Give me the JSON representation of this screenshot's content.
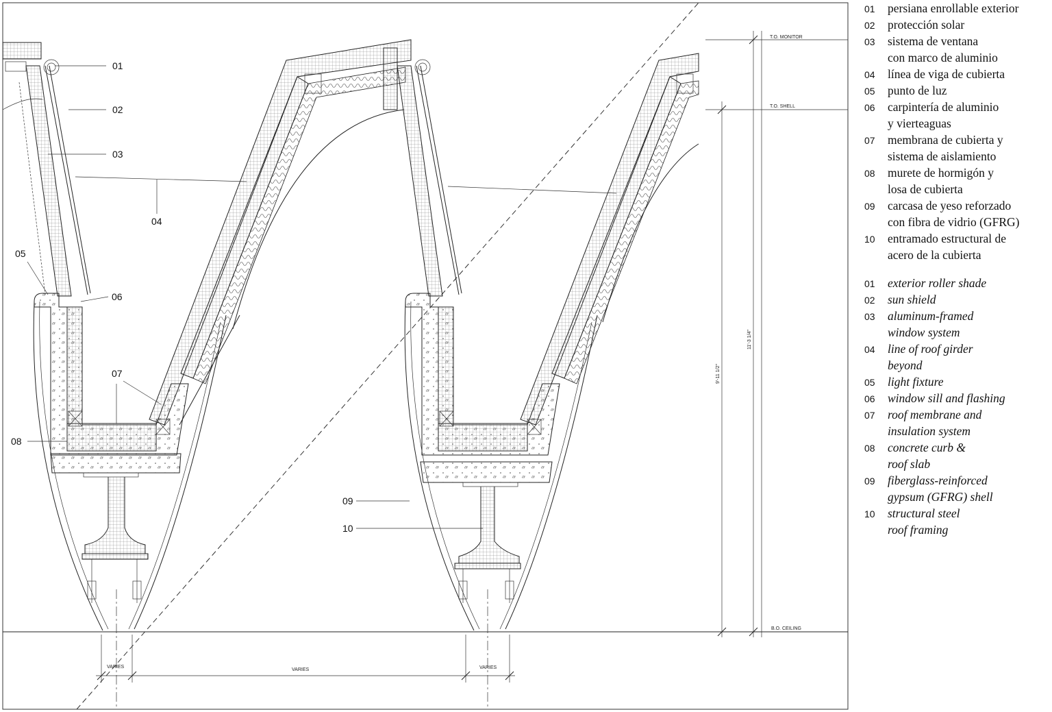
{
  "callouts": {
    "c01": "01",
    "c02": "02",
    "c03": "03",
    "c04": "04",
    "c05": "05",
    "c06": "06",
    "c07": "07",
    "c08": "08",
    "c09": "09",
    "c10": "10"
  },
  "dimensions": {
    "to_monitor": "T.O. MONITOR",
    "to_shell": "T.O. SHELL",
    "bo_ceiling": "B.O. CEILING",
    "height_total": "11'-3 1/4\"",
    "height_shell": "9'-11 1/2\"",
    "varies_left": "VARIES",
    "varies_middle": "VARIES",
    "varies_right": "VARIES"
  },
  "legend": {
    "spanish": [
      {
        "num": "01",
        "lines": [
          "persiana enrollable exterior"
        ]
      },
      {
        "num": "02",
        "lines": [
          "protección solar"
        ]
      },
      {
        "num": "03",
        "lines": [
          "sistema de ventana",
          "con marco de aluminio"
        ]
      },
      {
        "num": "04",
        "lines": [
          "línea de viga de cubierta"
        ]
      },
      {
        "num": "05",
        "lines": [
          "punto de luz"
        ]
      },
      {
        "num": "06",
        "lines": [
          "carpintería de aluminio",
          "y vierteaguas"
        ]
      },
      {
        "num": "07",
        "lines": [
          "membrana de cubierta y",
          "sistema de aislamiento"
        ]
      },
      {
        "num": "08",
        "lines": [
          "murete de hormigón y",
          "losa de cubierta"
        ]
      },
      {
        "num": "09",
        "lines": [
          "carcasa de yeso reforzado",
          "con fibra de vidrio (GFRG)"
        ]
      },
      {
        "num": "10",
        "lines": [
          "entramado estructural de",
          "acero de la cubierta"
        ]
      }
    ],
    "english": [
      {
        "num": "01",
        "lines": [
          "exterior roller shade"
        ]
      },
      {
        "num": "02",
        "lines": [
          "sun shield"
        ]
      },
      {
        "num": "03",
        "lines": [
          "aluminum-framed",
          "window system"
        ]
      },
      {
        "num": "04",
        "lines": [
          "line of roof girder",
          "beyond"
        ]
      },
      {
        "num": "05",
        "lines": [
          "light fixture"
        ]
      },
      {
        "num": "06",
        "lines": [
          "window sill and flashing"
        ]
      },
      {
        "num": "07",
        "lines": [
          "roof membrane and",
          "insulation system"
        ]
      },
      {
        "num": "08",
        "lines": [
          "concrete curb &",
          "roof slab"
        ]
      },
      {
        "num": "09",
        "lines": [
          "fiberglass-reinforced",
          "gypsum (GFRG) shell"
        ]
      },
      {
        "num": "10",
        "lines": [
          "structural steel",
          "roof framing"
        ]
      }
    ]
  }
}
